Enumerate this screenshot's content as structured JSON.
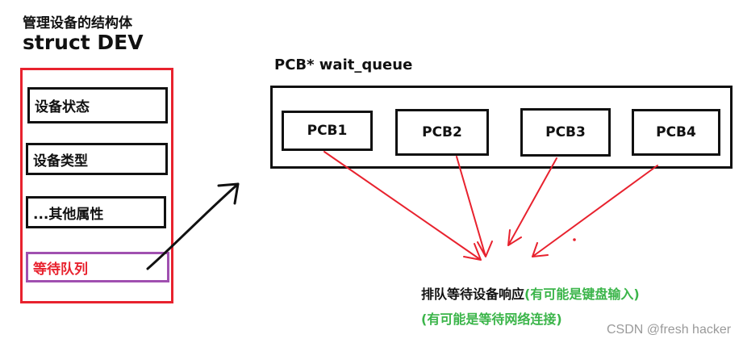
{
  "device_struct": {
    "title": "管理设备的结构体",
    "name": "struct DEV",
    "fields": [
      "设备状态",
      "设备类型",
      "...其他属性",
      "等待队列"
    ]
  },
  "wait_queue": {
    "label": "PCB* wait_queue",
    "pcbs": [
      "PCB1",
      "PCB2",
      "PCB3",
      "PCB4"
    ]
  },
  "caption": {
    "line1_main": "排队等待设备响应",
    "line1_green": "(有可能是键盘输入)",
    "line2_green": "(有可能是等待网络连接)"
  },
  "colors": {
    "struct_border": "#e8222e",
    "queue_field_border": "#a050b0",
    "queue_field_text": "#e8222e",
    "arrow_red": "#e8222e",
    "caption_green": "#3bb54a"
  },
  "watermark": "CSDN @fresh hacker"
}
